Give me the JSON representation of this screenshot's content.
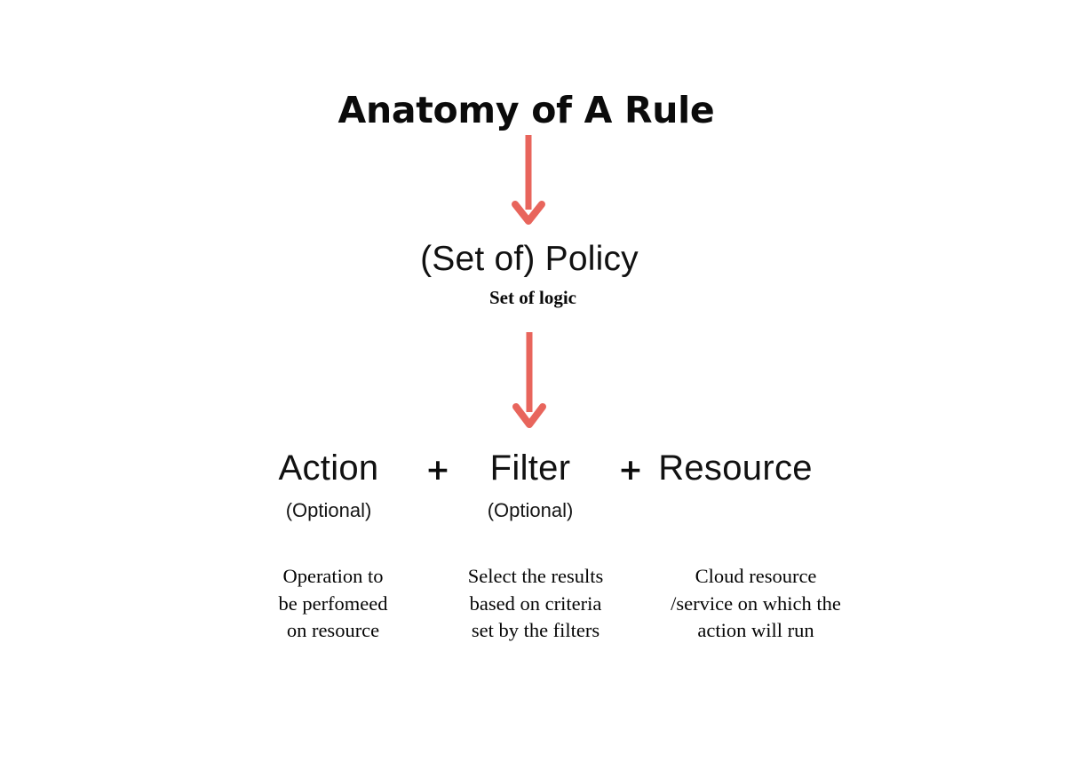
{
  "diagram": {
    "title": "Anatomy of A Rule",
    "background_color": "#ffffff",
    "arrow_color": "#e8655c",
    "text_color": "#0d0d0d",
    "policy": {
      "name": "(Set of) Policy",
      "subtitle": "Set of logic"
    },
    "operators": {
      "plus_1": "+",
      "plus_2": "+"
    },
    "components": [
      {
        "name": "Action",
        "optional_label": "(Optional)",
        "description": "Operation to\nbe perfomeed\non resource"
      },
      {
        "name": "Filter",
        "optional_label": "(Optional)",
        "description": "Select the results\nbased on criteria\nset by the filters"
      },
      {
        "name": "Resource",
        "optional_label": "",
        "description": "Cloud resource\n/service on which the\naction will run"
      }
    ]
  }
}
